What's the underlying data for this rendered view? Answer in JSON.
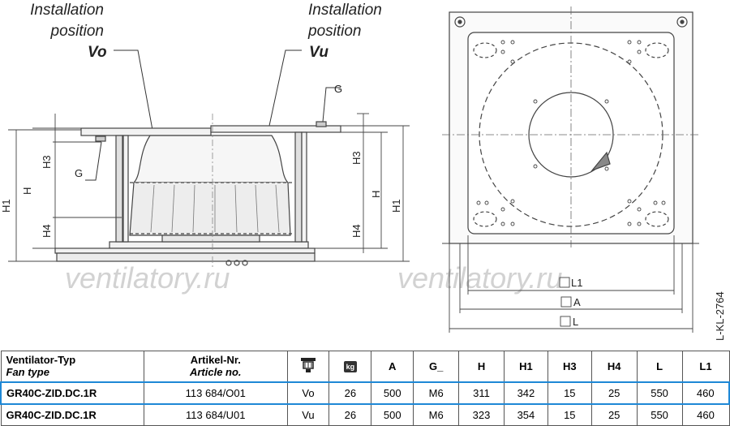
{
  "drawing": {
    "label_vo_line1": "Installation",
    "label_vo_line2": "position",
    "label_vo_code": "Vo",
    "label_vu_line1": "Installation",
    "label_vu_line2": "position",
    "label_vu_code": "Vu",
    "dim_g": "G",
    "dim_h": "H",
    "dim_h1": "H1",
    "dim_h3": "H3",
    "dim_h4": "H4",
    "dim_l1": "L1",
    "dim_a": "A",
    "dim_l": "L",
    "drawing_code": "L-KL-2764",
    "watermark": "ventilatory.ru"
  },
  "table": {
    "headers": {
      "type_line1": "Ventilator-Typ",
      "type_line2": "Fan type",
      "article_line1": "Artikel-Nr.",
      "article_line2": "Article no.",
      "position_icon": "mounting-position-icon",
      "weight_icon": "kg",
      "a": "A",
      "g": "G_",
      "h": "H",
      "h1": "H1",
      "h3": "H3",
      "h4": "H4",
      "l": "L",
      "l1": "L1"
    },
    "rows": [
      {
        "type": "GR40C-ZID.DC.1R",
        "article": "113 684/O01",
        "position": "Vo",
        "weight": "26",
        "a": "500",
        "g": "M6",
        "h": "311",
        "h1": "342",
        "h3": "15",
        "h4": "25",
        "l": "550",
        "l1": "460"
      },
      {
        "type": "GR40C-ZID.DC.1R",
        "article": "113 684/U01",
        "position": "Vu",
        "weight": "26",
        "a": "500",
        "g": "M6",
        "h": "323",
        "h1": "354",
        "h3": "15",
        "h4": "25",
        "l": "550",
        "l1": "460"
      }
    ],
    "selected_row": 0,
    "highlight_color": "#1e88d6"
  }
}
